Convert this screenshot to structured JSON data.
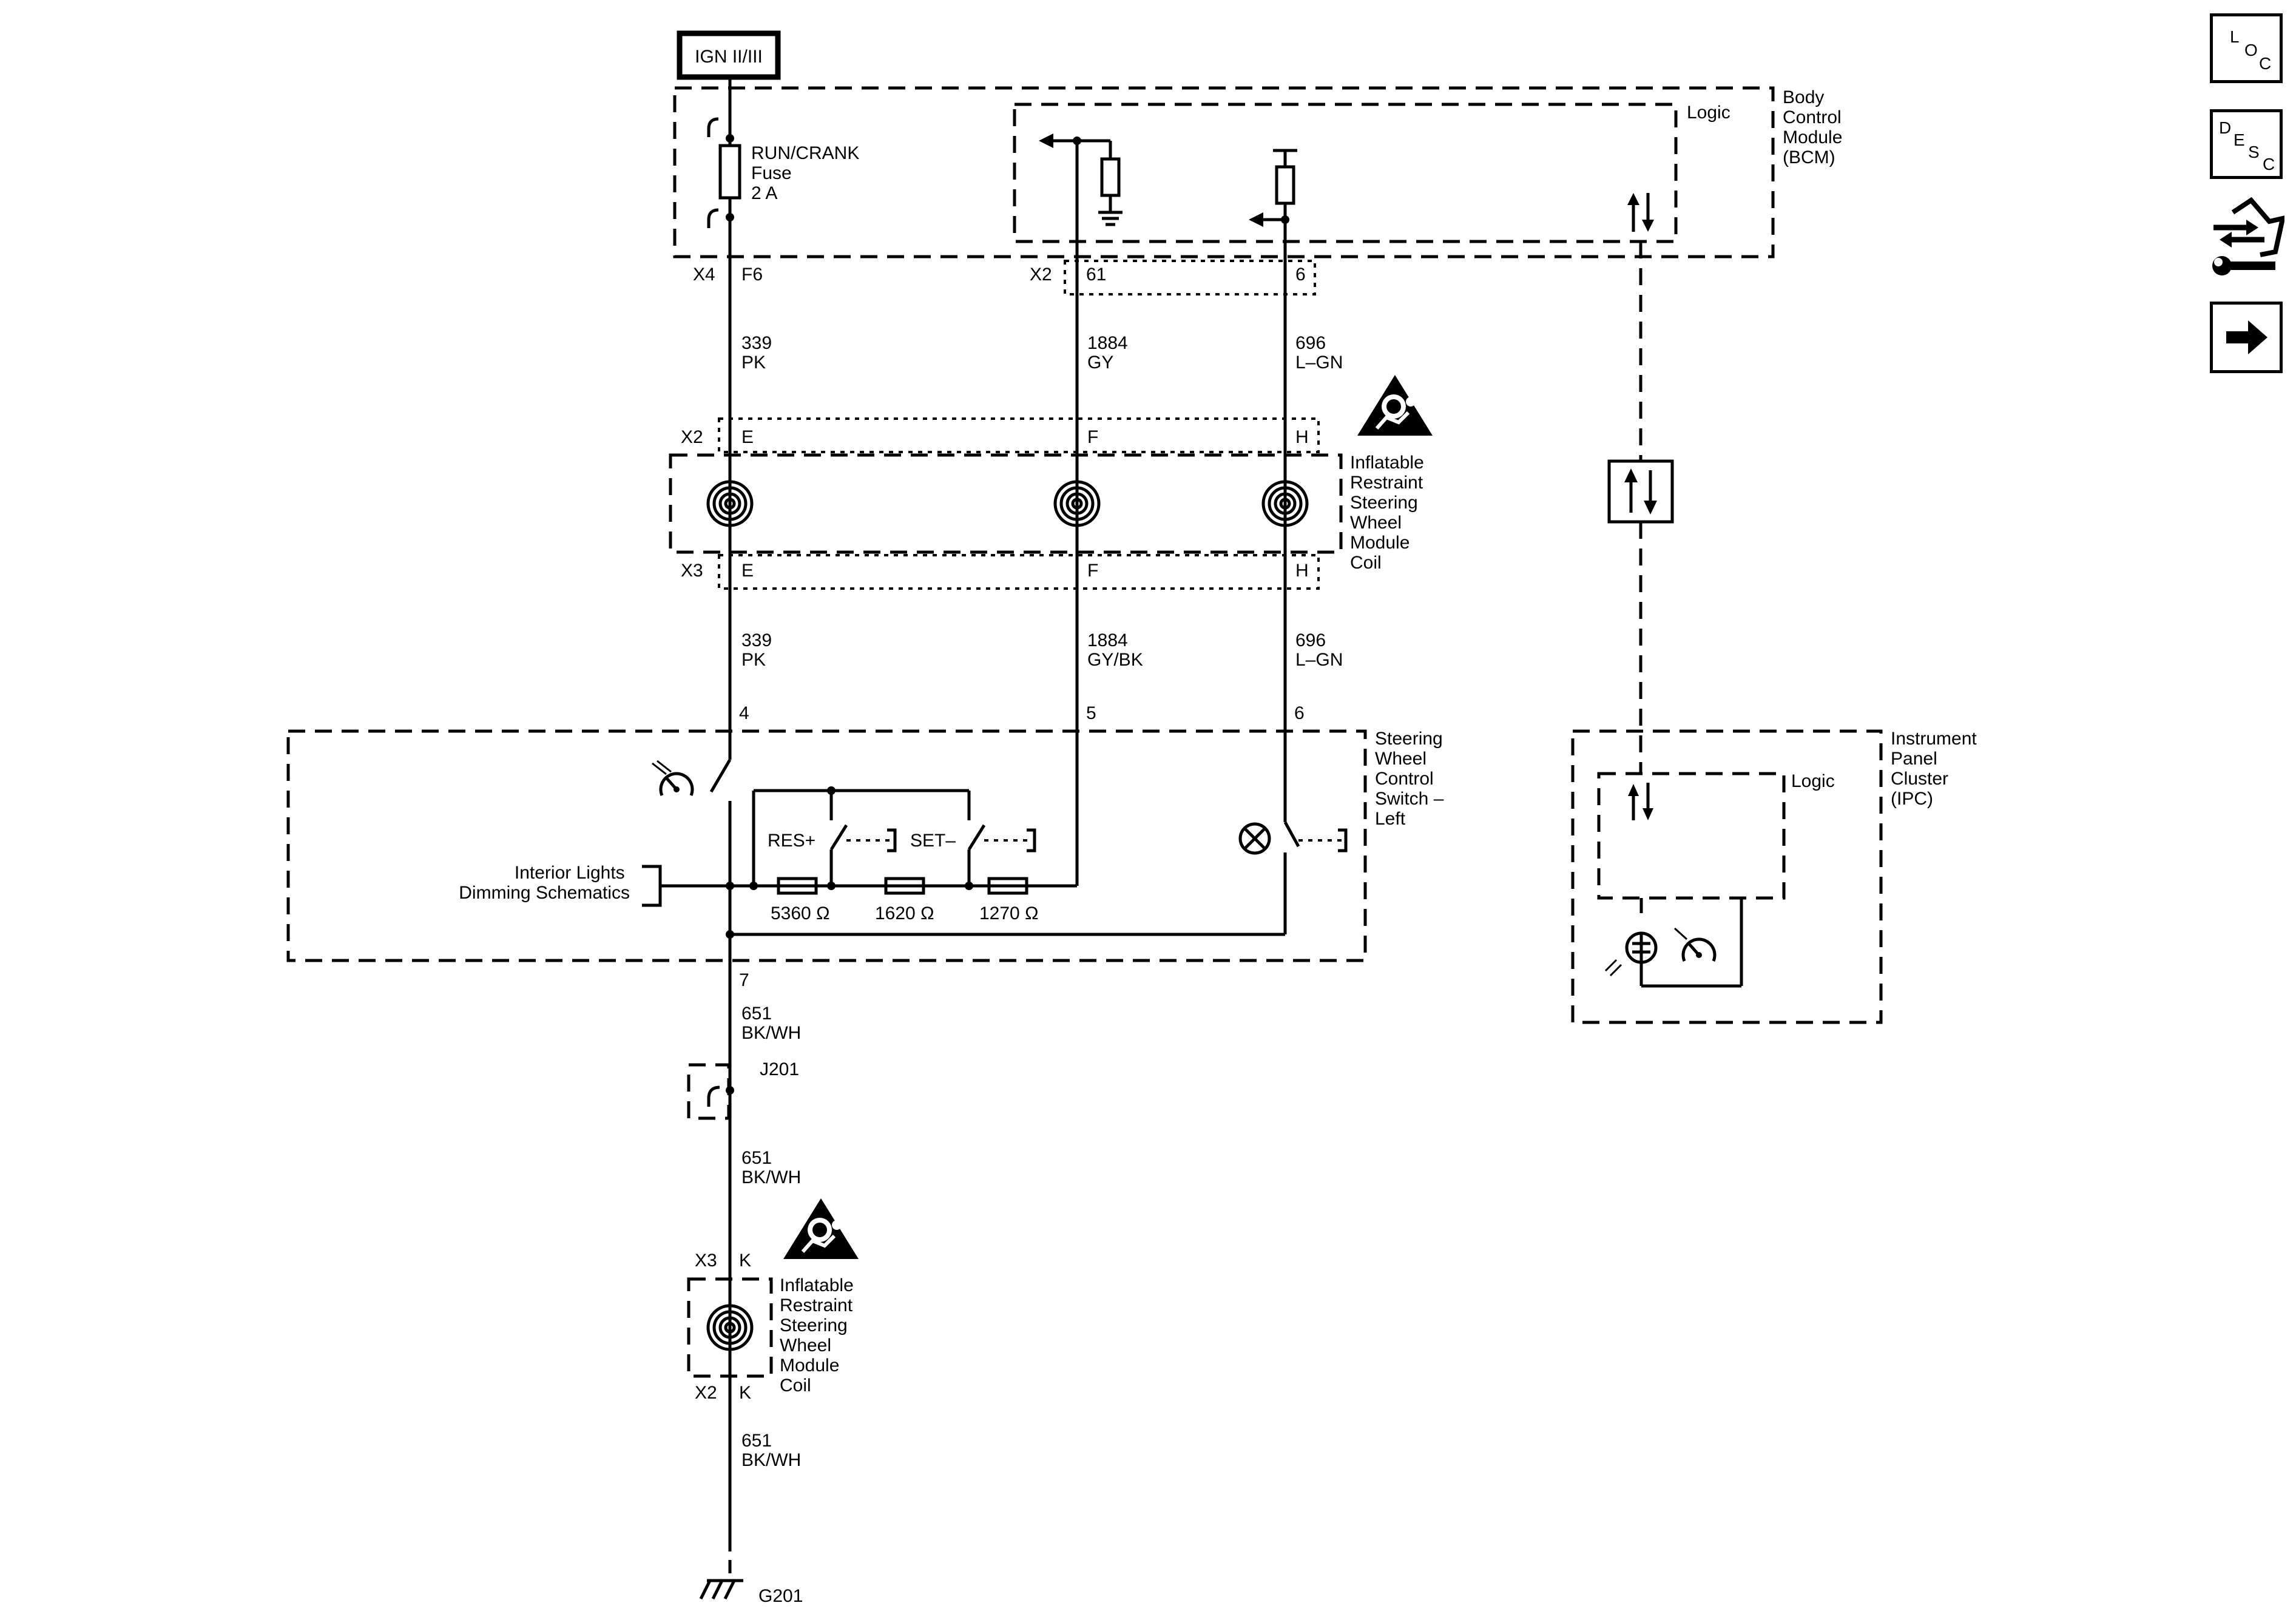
{
  "power_source": "IGN II/III",
  "bcm": {
    "name": [
      "Body",
      "Control",
      "Module",
      "(BCM)"
    ],
    "logic": "Logic",
    "fuse": [
      "RUN/CRANK",
      "Fuse",
      "2 A"
    ],
    "connector_x4": "X4",
    "pin_f6": "F6",
    "connector_x2": "X2",
    "pin_61": "61",
    "pin_6": "6"
  },
  "circuits": {
    "pk_num": "339",
    "pk_color": "PK",
    "gy_num": "1884",
    "gy_color": "GY",
    "lgn_num": "696",
    "lgn_color": "L–GN",
    "gybk_num": "1884",
    "gybk_color": "GY/BK",
    "bkwh_num": "651",
    "bkwh_color": "BK/WH"
  },
  "coil_upper": {
    "name": [
      "Inflatable",
      "Restraint",
      "Steering",
      "Wheel",
      "Module",
      "Coil"
    ],
    "x2": "X2",
    "x3": "X3",
    "pin_e": "E",
    "pin_f": "F",
    "pin_h": "H"
  },
  "switch": {
    "name": [
      "Steering",
      "Wheel",
      "Control",
      "Switch –",
      "Left"
    ],
    "pin_4": "4",
    "pin_5": "5",
    "pin_6": "6",
    "pin_7": "7",
    "res_label": "RES+",
    "set_label": "SET–",
    "resistors": [
      "5360 Ω",
      "1620 Ω",
      "1270 Ω"
    ],
    "dimming_ref": [
      "Interior Lights",
      "Dimming Schematics"
    ]
  },
  "splice": "J201",
  "coil_lower": {
    "name": [
      "Inflatable",
      "Restraint",
      "Steering",
      "Wheel",
      "Module",
      "Coil"
    ],
    "x3": "X3",
    "x2": "X2",
    "pin_k": "K"
  },
  "ground": "G201",
  "ipc": {
    "name": [
      "Instrument",
      "Panel",
      "Cluster",
      "(IPC)"
    ],
    "logic": "Logic"
  },
  "nav_buttons": [
    {
      "icon": "location-icon",
      "letters": [
        "L",
        "O",
        "C"
      ]
    },
    {
      "icon": "description-icon",
      "letters": [
        "D",
        "E",
        "S",
        "C"
      ]
    },
    {
      "icon": "diagnostic-wrench-icon"
    },
    {
      "icon": "next-arrow-icon"
    }
  ]
}
